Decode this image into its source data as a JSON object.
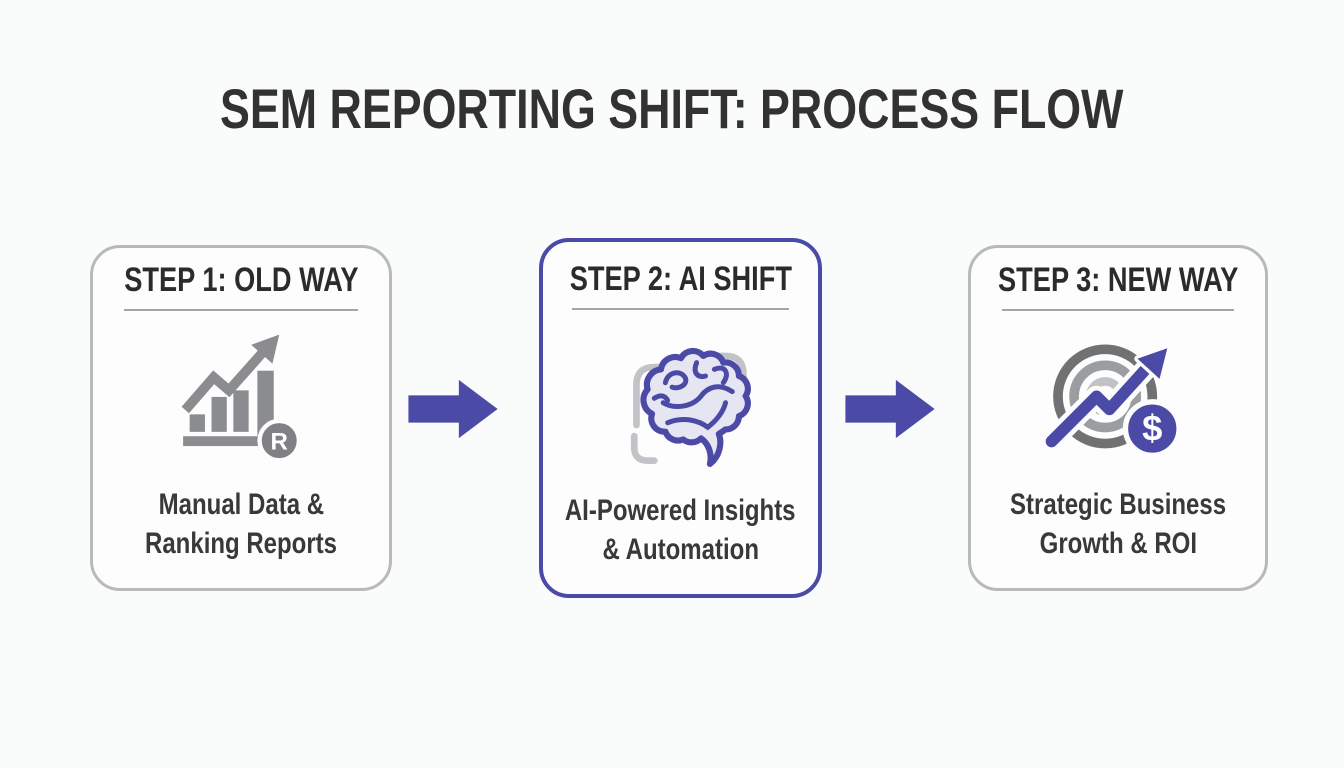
{
  "title": "SEM REPORTING SHIFT: PROCESS FLOW",
  "colors": {
    "background": "#fafbfb",
    "accent_purple": "#4b4aa6",
    "card_border_gray": "#b7b9bd",
    "icon_gray": "#8a8c8f",
    "heading_text": "#2b2b2b",
    "body_text": "#393939"
  },
  "steps": [
    {
      "header": "STEP 1: OLD WAY",
      "caption": [
        "Manual Data &",
        "Ranking Reports"
      ],
      "icon": "ranking-bar-chart-icon",
      "highlighted": false,
      "badge": "R"
    },
    {
      "header": "STEP 2: AI SHIFT",
      "caption": [
        "AI-Powered Insights",
        "& Automation"
      ],
      "icon": "ai-brain-icon",
      "highlighted": true
    },
    {
      "header": "STEP 3: NEW WAY",
      "caption": [
        "Strategic Business",
        "Growth & ROI"
      ],
      "icon": "target-growth-roi-icon",
      "highlighted": false,
      "badge": "$"
    }
  ],
  "connectors": [
    {
      "icon": "right-block-arrow"
    },
    {
      "icon": "right-block-arrow"
    }
  ]
}
